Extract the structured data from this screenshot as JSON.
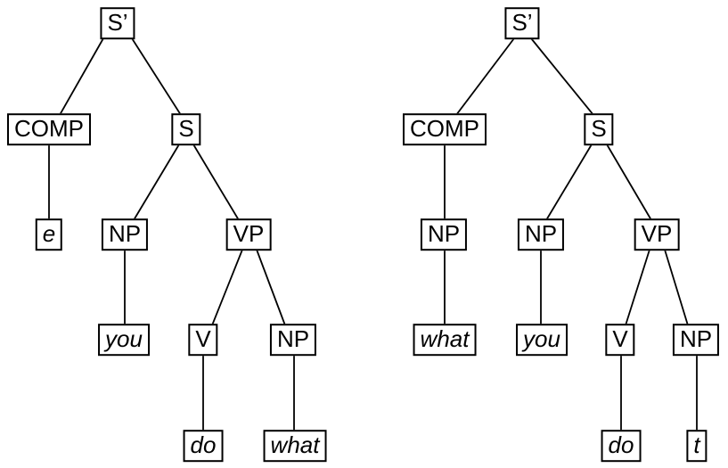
{
  "trees": [
    {
      "sbar": "S’",
      "comp": "COMP",
      "s": "S",
      "e": "e",
      "np_subj": "NP",
      "vp": "VP",
      "you": "you",
      "v": "V",
      "np_obj": "NP",
      "do": "do",
      "what": "what"
    },
    {
      "sbar": "S’",
      "comp": "COMP",
      "s": "S",
      "np_comp": "NP",
      "what": "what",
      "np_subj": "NP",
      "you": "you",
      "vp": "VP",
      "v": "V",
      "np_obj": "NP",
      "do": "do",
      "t": "t"
    }
  ]
}
